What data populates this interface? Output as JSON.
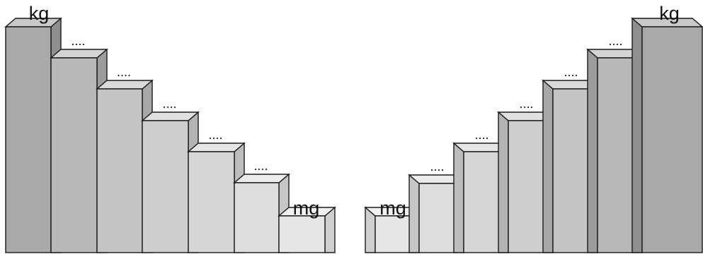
{
  "descending_staircase": {
    "top_label": "kg",
    "step_labels": [
      "....",
      "....",
      "....",
      "....",
      "...."
    ],
    "bottom_label": "mg"
  },
  "ascending_staircase": {
    "top_label": "kg",
    "step_labels": [
      "....",
      "....",
      "....",
      "....",
      "...."
    ],
    "bottom_label": "mg"
  },
  "colors": {
    "outline": "#1a1a1a",
    "front_tones": [
      "#a9a9a9",
      "#b8b8b8",
      "#c4c4c4",
      "#cecece",
      "#d6d6d6",
      "#dedede",
      "#e6e6e6"
    ],
    "top_tones": [
      "#c9c9c9",
      "#d3d3d3",
      "#dadada",
      "#e0e0e0",
      "#e6e6e6",
      "#ebebeb",
      "#f0f0f0"
    ],
    "side_tones": [
      "#8f8f8f",
      "#9c9c9c",
      "#a8a8a8",
      "#b3b3b3",
      "#bdbdbd",
      "#c6c6c6",
      "#cfcfcf"
    ]
  }
}
